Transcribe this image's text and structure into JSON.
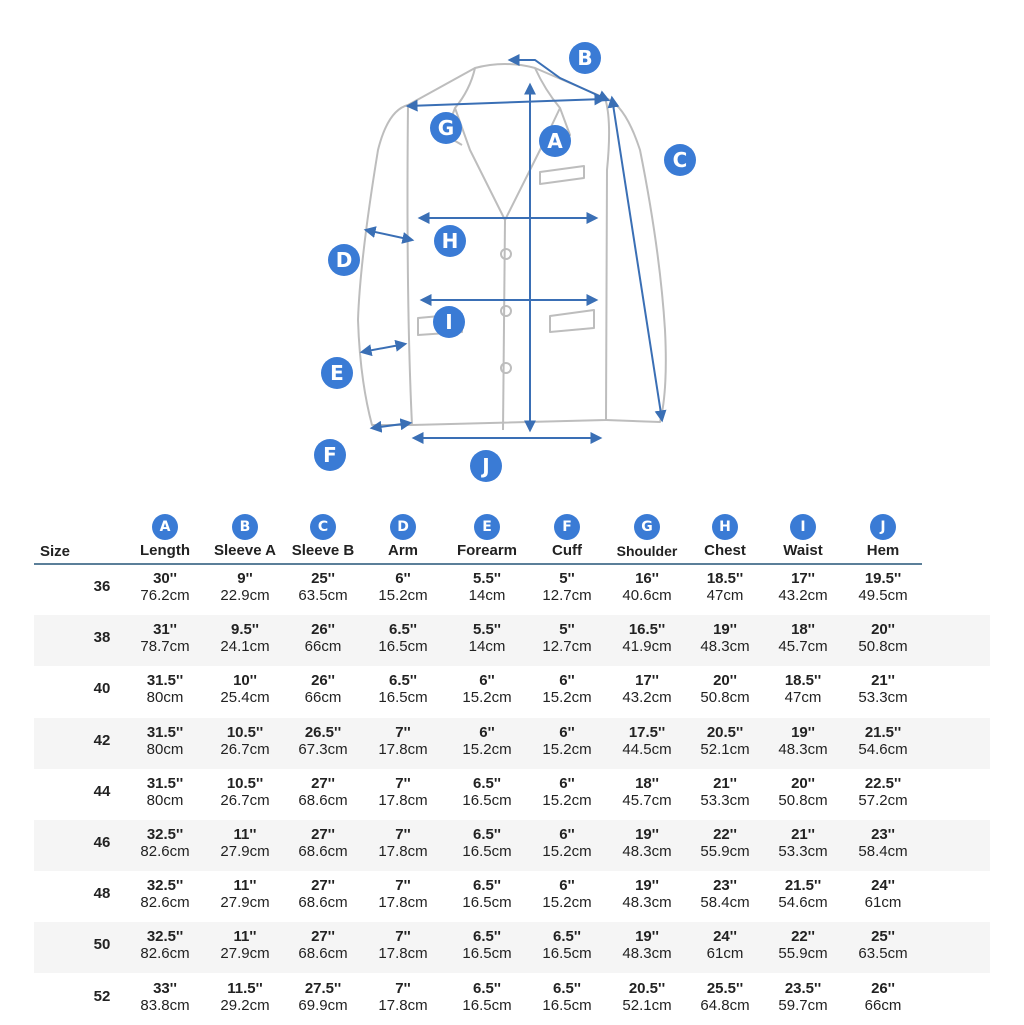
{
  "diagram": {
    "labels": [
      "A",
      "B",
      "C",
      "D",
      "E",
      "F",
      "G",
      "H",
      "I",
      "J"
    ],
    "badge_color": "#3a7bd5",
    "line_color": "#3a6fb5",
    "outline_color": "#bdbdbd"
  },
  "table": {
    "size_header": "Size",
    "columns": [
      {
        "letter": "A",
        "label": "Length"
      },
      {
        "letter": "B",
        "label": "Sleeve A"
      },
      {
        "letter": "C",
        "label": "Sleeve B"
      },
      {
        "letter": "D",
        "label": "Arm"
      },
      {
        "letter": "E",
        "label": "Forearm"
      },
      {
        "letter": "F",
        "label": "Cuff"
      },
      {
        "letter": "G",
        "label": "Shoulder"
      },
      {
        "letter": "H",
        "label": "Chest"
      },
      {
        "letter": "I",
        "label": "Waist"
      },
      {
        "letter": "J",
        "label": "Hem"
      }
    ],
    "rows": [
      {
        "size": "36",
        "cells": [
          [
            "30''",
            "76.2cm"
          ],
          [
            "9''",
            "22.9cm"
          ],
          [
            "25''",
            "63.5cm"
          ],
          [
            "6''",
            "15.2cm"
          ],
          [
            "5.5''",
            "14cm"
          ],
          [
            "5''",
            "12.7cm"
          ],
          [
            "16''",
            "40.6cm"
          ],
          [
            "18.5''",
            "47cm"
          ],
          [
            "17''",
            "43.2cm"
          ],
          [
            "19.5''",
            "49.5cm"
          ]
        ]
      },
      {
        "size": "38",
        "cells": [
          [
            "31''",
            "78.7cm"
          ],
          [
            "9.5''",
            "24.1cm"
          ],
          [
            "26''",
            "66cm"
          ],
          [
            "6.5''",
            "16.5cm"
          ],
          [
            "5.5''",
            "14cm"
          ],
          [
            "5''",
            "12.7cm"
          ],
          [
            "16.5''",
            "41.9cm"
          ],
          [
            "19''",
            "48.3cm"
          ],
          [
            "18''",
            "45.7cm"
          ],
          [
            "20''",
            "50.8cm"
          ]
        ]
      },
      {
        "size": "40",
        "cells": [
          [
            "31.5''",
            "80cm"
          ],
          [
            "10''",
            "25.4cm"
          ],
          [
            "26''",
            "66cm"
          ],
          [
            "6.5''",
            "16.5cm"
          ],
          [
            "6''",
            "15.2cm"
          ],
          [
            "6''",
            "15.2cm"
          ],
          [
            "17''",
            "43.2cm"
          ],
          [
            "20''",
            "50.8cm"
          ],
          [
            "18.5''",
            "47cm"
          ],
          [
            "21''",
            "53.3cm"
          ]
        ]
      },
      {
        "size": "42",
        "cells": [
          [
            "31.5''",
            "80cm"
          ],
          [
            "10.5''",
            "26.7cm"
          ],
          [
            "26.5''",
            "67.3cm"
          ],
          [
            "7''",
            "17.8cm"
          ],
          [
            "6''",
            "15.2cm"
          ],
          [
            "6''",
            "15.2cm"
          ],
          [
            "17.5''",
            "44.5cm"
          ],
          [
            "20.5''",
            "52.1cm"
          ],
          [
            "19''",
            "48.3cm"
          ],
          [
            "21.5''",
            "54.6cm"
          ]
        ]
      },
      {
        "size": "44",
        "cells": [
          [
            "31.5''",
            "80cm"
          ],
          [
            "10.5''",
            "26.7cm"
          ],
          [
            "27''",
            "68.6cm"
          ],
          [
            "7''",
            "17.8cm"
          ],
          [
            "6.5''",
            "16.5cm"
          ],
          [
            "6''",
            "15.2cm"
          ],
          [
            "18''",
            "45.7cm"
          ],
          [
            "21''",
            "53.3cm"
          ],
          [
            "20''",
            "50.8cm"
          ],
          [
            "22.5''",
            "57.2cm"
          ]
        ]
      },
      {
        "size": "46",
        "cells": [
          [
            "32.5''",
            "82.6cm"
          ],
          [
            "11''",
            "27.9cm"
          ],
          [
            "27''",
            "68.6cm"
          ],
          [
            "7''",
            "17.8cm"
          ],
          [
            "6.5''",
            "16.5cm"
          ],
          [
            "6''",
            "15.2cm"
          ],
          [
            "19''",
            "48.3cm"
          ],
          [
            "22''",
            "55.9cm"
          ],
          [
            "21''",
            "53.3cm"
          ],
          [
            "23''",
            "58.4cm"
          ]
        ]
      },
      {
        "size": "48",
        "cells": [
          [
            "32.5''",
            "82.6cm"
          ],
          [
            "11''",
            "27.9cm"
          ],
          [
            "27''",
            "68.6cm"
          ],
          [
            "7''",
            "17.8cm"
          ],
          [
            "6.5''",
            "16.5cm"
          ],
          [
            "6''",
            "15.2cm"
          ],
          [
            "19''",
            "48.3cm"
          ],
          [
            "23''",
            "58.4cm"
          ],
          [
            "21.5''",
            "54.6cm"
          ],
          [
            "24''",
            "61cm"
          ]
        ]
      },
      {
        "size": "50",
        "cells": [
          [
            "32.5''",
            "82.6cm"
          ],
          [
            "11''",
            "27.9cm"
          ],
          [
            "27''",
            "68.6cm"
          ],
          [
            "7''",
            "17.8cm"
          ],
          [
            "6.5''",
            "16.5cm"
          ],
          [
            "6.5''",
            "16.5cm"
          ],
          [
            "19''",
            "48.3cm"
          ],
          [
            "24''",
            "61cm"
          ],
          [
            "22''",
            "55.9cm"
          ],
          [
            "25''",
            "63.5cm"
          ]
        ]
      },
      {
        "size": "52",
        "cells": [
          [
            "33''",
            "83.8cm"
          ],
          [
            "11.5''",
            "29.2cm"
          ],
          [
            "27.5''",
            "69.9cm"
          ],
          [
            "7''",
            "17.8cm"
          ],
          [
            "6.5''",
            "16.5cm"
          ],
          [
            "6.5''",
            "16.5cm"
          ],
          [
            "20.5''",
            "52.1cm"
          ],
          [
            "25.5''",
            "64.8cm"
          ],
          [
            "23.5''",
            "59.7cm"
          ],
          [
            "26''",
            "66cm"
          ]
        ]
      }
    ]
  }
}
